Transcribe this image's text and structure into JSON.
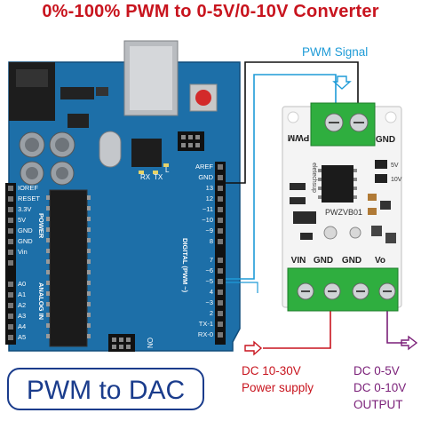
{
  "title": "0%-100% PWM to 0-5V/0-10V Converter",
  "pwm_signal_label": "PWM Signal",
  "badge_text": "PWM to DAC",
  "power_label": [
    "DC 10-30V",
    "Power supply"
  ],
  "output_label": [
    "DC 0-5V",
    "DC 0-10V",
    "OUTPUT"
  ],
  "arduino": {
    "right_header_labels": [
      "AREF",
      "GND",
      "13",
      "12",
      "~11",
      "~10",
      "~9",
      "8",
      "7",
      "~6",
      "~5",
      "4",
      "~3",
      "2",
      "TX-1",
      "RX-0"
    ],
    "left_header_labels": [
      "IOREF",
      "RESET",
      "3.3V",
      "5V",
      "GND",
      "GND",
      "Vin",
      "A0",
      "A1",
      "A2",
      "A3",
      "A4",
      "A5"
    ],
    "power_section_label": "POWER",
    "analog_section_label": "ANALOG IN",
    "digital_section_label": "DIGITAL (PWM ~)",
    "led_labels": [
      "RX",
      "TX",
      "L"
    ],
    "on_label": "ON"
  },
  "module": {
    "input_terminal_labels": [
      "PWM",
      "GND"
    ],
    "output_terminal_labels": [
      "VIN",
      "GND",
      "GND",
      "Vo"
    ],
    "pcb_label": "PWZVB01",
    "brand_label": "eletechsup",
    "jumper_labels": [
      "5V",
      "10V"
    ]
  },
  "colors": {
    "title": "#c8141e",
    "pwm_signal": "#1e9bd7",
    "badge": "#1a3c8c",
    "power_label": "#c8141e",
    "output_label": "#7a1f78",
    "arduino_board": "#1d6fa8",
    "terminal_block": "#2fae3f",
    "wire_black": "#111111",
    "wire_blue": "#1e9bd7"
  }
}
